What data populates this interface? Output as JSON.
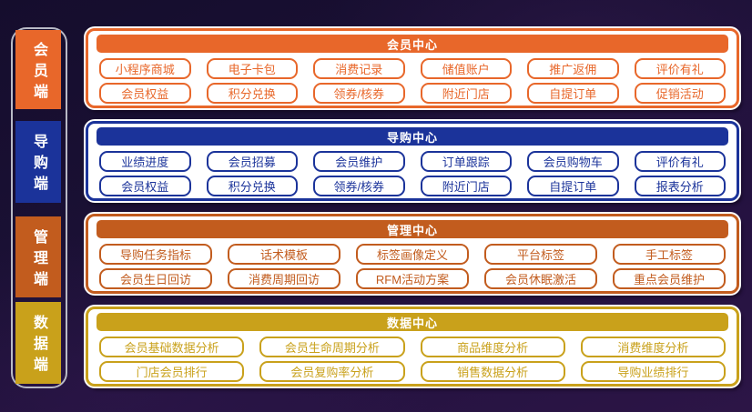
{
  "background_color": "#1c1036",
  "rail_outline_color": "#b9bac6",
  "sidebar": {
    "items": [
      {
        "label": "会员端",
        "color": "#E8672A"
      },
      {
        "label": "导购端",
        "color": "#1B339A"
      },
      {
        "label": "管理端",
        "color": "#C25C1E"
      },
      {
        "label": "数据端",
        "color": "#C9A11B"
      }
    ]
  },
  "sections": [
    {
      "title": "会员中心",
      "color": "#E8672A",
      "rows": [
        [
          "小程序商城",
          "电子卡包",
          "消费记录",
          "储值账户",
          "推广返佣",
          "评价有礼"
        ],
        [
          "会员权益",
          "积分兑换",
          "领券/核券",
          "附近门店",
          "自提订单",
          "促销活动"
        ]
      ]
    },
    {
      "title": "导购中心",
      "color": "#1B339A",
      "rows": [
        [
          "业绩进度",
          "会员招募",
          "会员维护",
          "订单跟踪",
          "会员购物车",
          "评价有礼"
        ],
        [
          "会员权益",
          "积分兑换",
          "领券/核券",
          "附近门店",
          "自提订单",
          "报表分析"
        ]
      ]
    },
    {
      "title": "管理中心",
      "color": "#C25C1E",
      "rows": [
        [
          "导购任务指标",
          "话术模板",
          "标签画像定义",
          "平台标签",
          "手工标签"
        ],
        [
          "会员生日回访",
          "消费周期回访",
          "RFM活动方案",
          "会员休眠激活",
          "重点会员维护"
        ]
      ]
    },
    {
      "title": "数据中心",
      "color": "#C9A11B",
      "rows": [
        [
          "会员基础数据分析",
          "会员生命周期分析",
          "商品维度分析",
          "消费维度分析"
        ],
        [
          "门店会员排行",
          "会员复购率分析",
          "销售数据分析",
          "导购业绩排行"
        ]
      ]
    }
  ]
}
